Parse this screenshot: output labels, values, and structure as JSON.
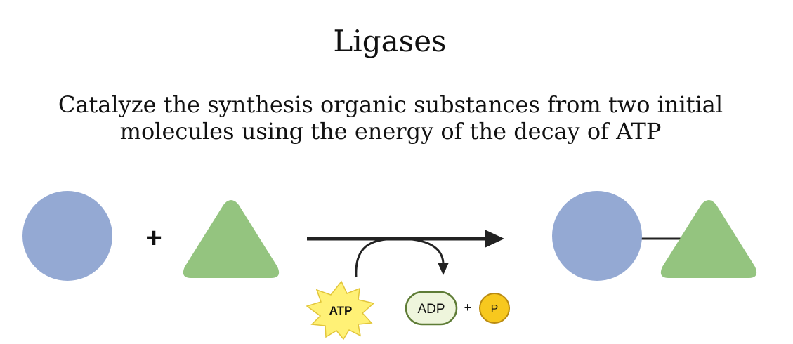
{
  "title": "Ligases",
  "description": {
    "line1": "Catalyze the synthesis organic substances from two initial",
    "line2": "molecules using the energy of the decay of ATP"
  },
  "reaction": {
    "plus_sign": "+",
    "atp_label": "ATP",
    "adp_label": "ADP",
    "byproduct_plus": "+",
    "phosphate_label": "P"
  },
  "colors": {
    "circle": "#94A9D3",
    "triangle": "#94C47F",
    "arrow": "#222222",
    "atp_burst": "#FFF176",
    "atp_burst_stroke": "#E2C63A",
    "adp_fill": "#EEF5DC",
    "adp_stroke": "#5E7C36",
    "phosphate_fill": "#F7C81E",
    "phosphate_stroke": "#B98A10"
  }
}
